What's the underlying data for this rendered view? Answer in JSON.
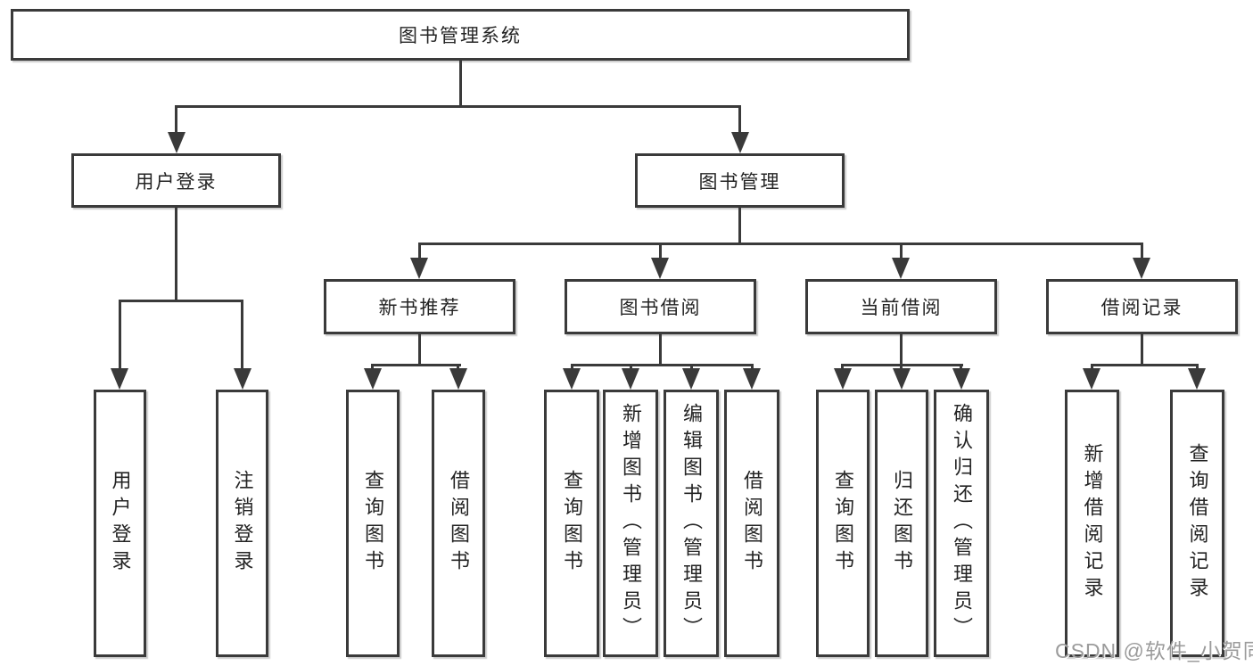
{
  "diagram": {
    "type": "tree-structure-chart",
    "colors": {
      "background": "#ffffff",
      "line": "#3a3a3a",
      "box_border": "#3a3a3a",
      "text": "#242424",
      "watermark_text": "#9b9b9b"
    },
    "nodes": {
      "root": {
        "label": "图书管理系统"
      },
      "level2": [
        {
          "label": "用户登录"
        },
        {
          "label": "图书管理"
        }
      ],
      "level3": [
        {
          "label": "新书推荐"
        },
        {
          "label": "图书借阅"
        },
        {
          "label": "当前借阅"
        },
        {
          "label": "借阅记录"
        }
      ]
    },
    "leaves": {
      "user_login": [
        {
          "label": "用户登录"
        },
        {
          "label": "注销登录"
        }
      ],
      "new_book_recommendation": [
        {
          "label": "查询图书"
        },
        {
          "label": "借阅图书"
        }
      ],
      "book_borrowing": [
        {
          "label": "查询图书"
        },
        {
          "label": "新增图书（管理员）"
        },
        {
          "label": "编辑图书（管理员）"
        },
        {
          "label": "借阅图书"
        }
      ],
      "current_borrowing": [
        {
          "label": "查询图书"
        },
        {
          "label": "归还图书"
        },
        {
          "label": "确认归还（管理员）"
        }
      ],
      "borrowing_records": [
        {
          "label": "新增借阅记录"
        },
        {
          "label": "查询借阅记录"
        }
      ]
    },
    "watermark": {
      "text": "CSDN @软件_小贺同学"
    }
  }
}
